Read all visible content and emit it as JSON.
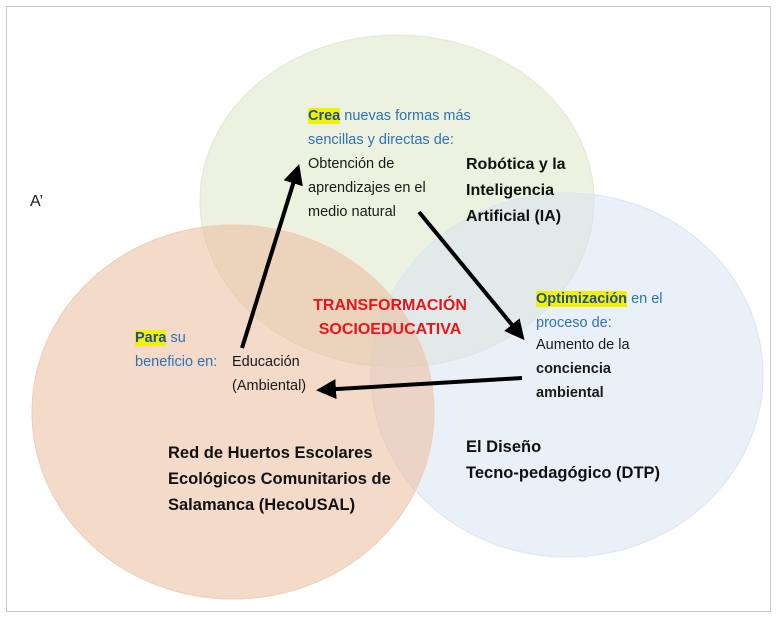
{
  "figure_label": "A’",
  "colors": {
    "circle_top": "#e8edd8",
    "circle_left": "#f2d2c0",
    "circle_right": "#dde6f2",
    "highlight": "#f2f200",
    "blue_text": "#2e74b5",
    "center_text": "#e8161c"
  },
  "circles": {
    "top": {
      "title_lines": [
        "Robótica y la",
        "Inteligencia",
        "Artificial (IA)"
      ]
    },
    "left": {
      "title_lines": [
        "Red de Huertos Escolares",
        "Ecológicos Comunitarios de",
        "Salamanca (HecoUSAL)"
      ]
    },
    "right": {
      "title_lines": [
        "El Diseño",
        "Tecno-pedagógico (DTP)"
      ]
    }
  },
  "center": {
    "lines": [
      "TRANSFORMACIÓN",
      "SOCIOEDUCATIVA"
    ]
  },
  "nodes": {
    "top": {
      "keyword": "Crea",
      "intro_rest": " nuevas formas más",
      "intro_line2": "sencillas y directas de:",
      "body_lines": [
        "Obtención de",
        "aprendizajes en el",
        "medio natural"
      ]
    },
    "right": {
      "keyword": "Optimización",
      "intro_rest": " en el",
      "intro_line2": "proceso de:",
      "body_line1": "Aumento de la",
      "body_bold_lines": [
        "conciencia",
        "ambiental"
      ]
    },
    "left": {
      "keyword": "Para",
      "intro_rest": " su",
      "intro_line2": "beneficio en:",
      "body_lines": [
        "Educación",
        "(Ambiental)"
      ]
    }
  }
}
